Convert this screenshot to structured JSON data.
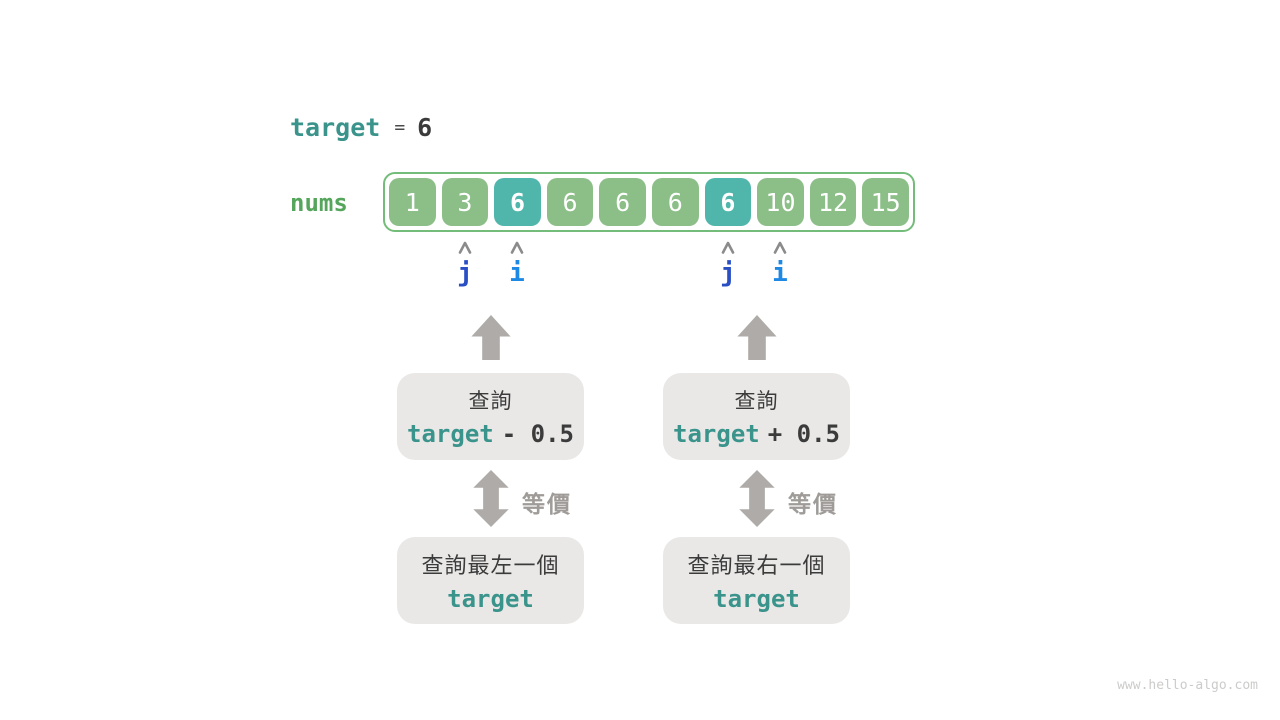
{
  "header": {
    "variable": "target",
    "equals": "=",
    "value": "6"
  },
  "array": {
    "label": "nums",
    "cells": [
      {
        "value": "1",
        "highlight": false
      },
      {
        "value": "3",
        "highlight": false
      },
      {
        "value": "6",
        "highlight": true
      },
      {
        "value": "6",
        "highlight": false
      },
      {
        "value": "6",
        "highlight": false
      },
      {
        "value": "6",
        "highlight": false
      },
      {
        "value": "6",
        "highlight": true
      },
      {
        "value": "10",
        "highlight": false
      },
      {
        "value": "12",
        "highlight": false
      },
      {
        "value": "15",
        "highlight": false
      }
    ]
  },
  "pointers": {
    "units": [
      {
        "label": "j",
        "kind": "j",
        "cell_index": 1
      },
      {
        "label": "i",
        "kind": "i",
        "cell_index": 2
      },
      {
        "label": "j",
        "kind": "j",
        "cell_index": 6
      },
      {
        "label": "i",
        "kind": "i",
        "cell_index": 7
      }
    ]
  },
  "flow": {
    "left": {
      "query_title": "查詢",
      "expr_variable": "target",
      "expr_operation": "- 0.5",
      "equivalence_label": "等價",
      "result_title": "查詢最左一個",
      "result_variable": "target"
    },
    "right": {
      "query_title": "查詢",
      "expr_variable": "target",
      "expr_operation": "+ 0.5",
      "equivalence_label": "等價",
      "result_title": "查詢最右一個",
      "result_variable": "target"
    }
  },
  "watermark": "www.hello-algo.com",
  "colors": {
    "teal_text": "#3A948C",
    "green_label": "#55A55C",
    "cell_green": "#8CBF88",
    "cell_highlight_teal": "#50B6AB",
    "array_border_green": "#74BC79",
    "flow_box_gray": "#E9E8E7",
    "dark_text": "#3B3B3B",
    "arrow_gray": "#AEABA8",
    "equivalence_text_gray": "#9E9B98",
    "pointer_j_blue": "#2A4FC4",
    "pointer_i_blue": "#1E88E5",
    "caret_gray": "#8B8B8B",
    "watermark_gray": "#CCCBCA"
  }
}
